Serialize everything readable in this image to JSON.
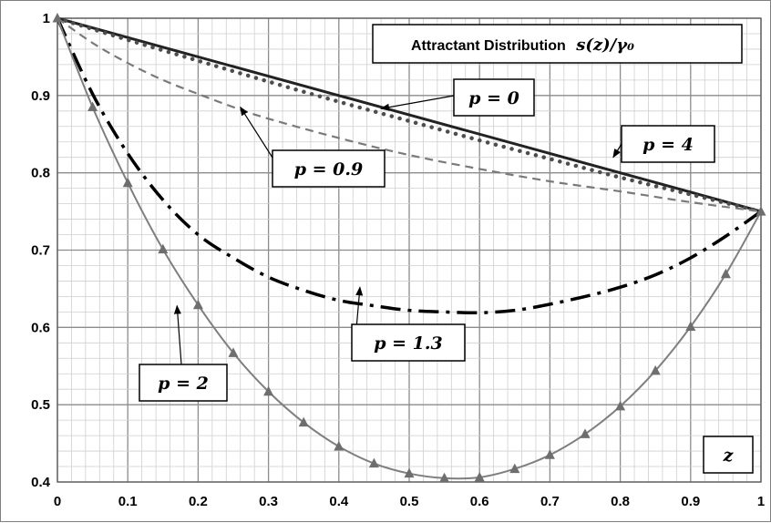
{
  "chart_data": {
    "type": "line",
    "title": "Attractant Distribution",
    "title_math": "s(z)/γ₀",
    "xlabel": "z",
    "xlim": [
      0,
      1
    ],
    "ylim": [
      0.4,
      1
    ],
    "grid": true,
    "x_ticks": [
      "0",
      "0.1",
      "0.2",
      "0.3",
      "0.4",
      "0.5",
      "0.6",
      "0.7",
      "0.8",
      "0.9",
      "1"
    ],
    "y_ticks": [
      "0.4",
      "0.5",
      "0.6",
      "0.7",
      "0.8",
      "0.9",
      "1"
    ],
    "series": [
      {
        "name": "p = 0",
        "style": "solid",
        "color": "#222222",
        "x": [
          0,
          1
        ],
        "y": [
          1.0,
          0.75
        ]
      },
      {
        "name": "p = 4",
        "style": "dotted",
        "color": "#4d4d4d",
        "x": [
          0,
          0.1,
          0.2,
          0.3,
          0.4,
          0.5,
          0.6,
          0.7,
          0.8,
          0.9,
          1
        ],
        "y": [
          1.0,
          0.972,
          0.945,
          0.918,
          0.892,
          0.867,
          0.842,
          0.818,
          0.794,
          0.772,
          0.75
        ]
      },
      {
        "name": "p = 0.9",
        "style": "dashed",
        "color": "#7a7a7a",
        "x": [
          0,
          0.05,
          0.1,
          0.15,
          0.2,
          0.25,
          0.3,
          0.4,
          0.5,
          0.6,
          0.7,
          0.8,
          0.9,
          1
        ],
        "y": [
          1.0,
          0.968,
          0.942,
          0.92,
          0.902,
          0.885,
          0.87,
          0.845,
          0.823,
          0.805,
          0.789,
          0.776,
          0.762,
          0.75
        ]
      },
      {
        "name": "p = 1.3",
        "style": "dashdot",
        "color": "#000000",
        "x": [
          0,
          0.05,
          0.1,
          0.15,
          0.2,
          0.25,
          0.3,
          0.35,
          0.4,
          0.45,
          0.5,
          0.55,
          0.6,
          0.65,
          0.7,
          0.75,
          0.8,
          0.85,
          0.9,
          0.95,
          1
        ],
        "y": [
          1.0,
          0.902,
          0.825,
          0.765,
          0.72,
          0.69,
          0.665,
          0.648,
          0.635,
          0.628,
          0.622,
          0.62,
          0.619,
          0.622,
          0.63,
          0.64,
          0.652,
          0.668,
          0.69,
          0.718,
          0.75
        ]
      },
      {
        "name": "p = 2",
        "style": "solid-triangles",
        "color": "#7f7f7f",
        "x": [
          0,
          0.05,
          0.1,
          0.15,
          0.2,
          0.25,
          0.3,
          0.35,
          0.4,
          0.45,
          0.5,
          0.55,
          0.6,
          0.65,
          0.7,
          0.75,
          0.8,
          0.85,
          0.9,
          0.95,
          1
        ],
        "y": [
          1.0,
          0.885,
          0.787,
          0.701,
          0.629,
          0.567,
          0.517,
          0.477,
          0.446,
          0.424,
          0.411,
          0.405,
          0.406,
          0.417,
          0.435,
          0.462,
          0.498,
          0.544,
          0.601,
          0.669,
          0.75
        ]
      }
    ],
    "annotations": [
      {
        "text": "p = 0",
        "arrow_to": [
          0.46,
          0.883
        ]
      },
      {
        "text": "p = 4",
        "arrow_to": [
          0.79,
          0.82
        ]
      },
      {
        "text": "p = 0.9",
        "arrow_to": [
          0.26,
          0.885
        ]
      },
      {
        "text": "p = 1.3",
        "arrow_to": [
          0.43,
          0.652
        ]
      },
      {
        "text": "p = 2",
        "arrow_to": [
          0.17,
          0.628
        ]
      }
    ]
  }
}
